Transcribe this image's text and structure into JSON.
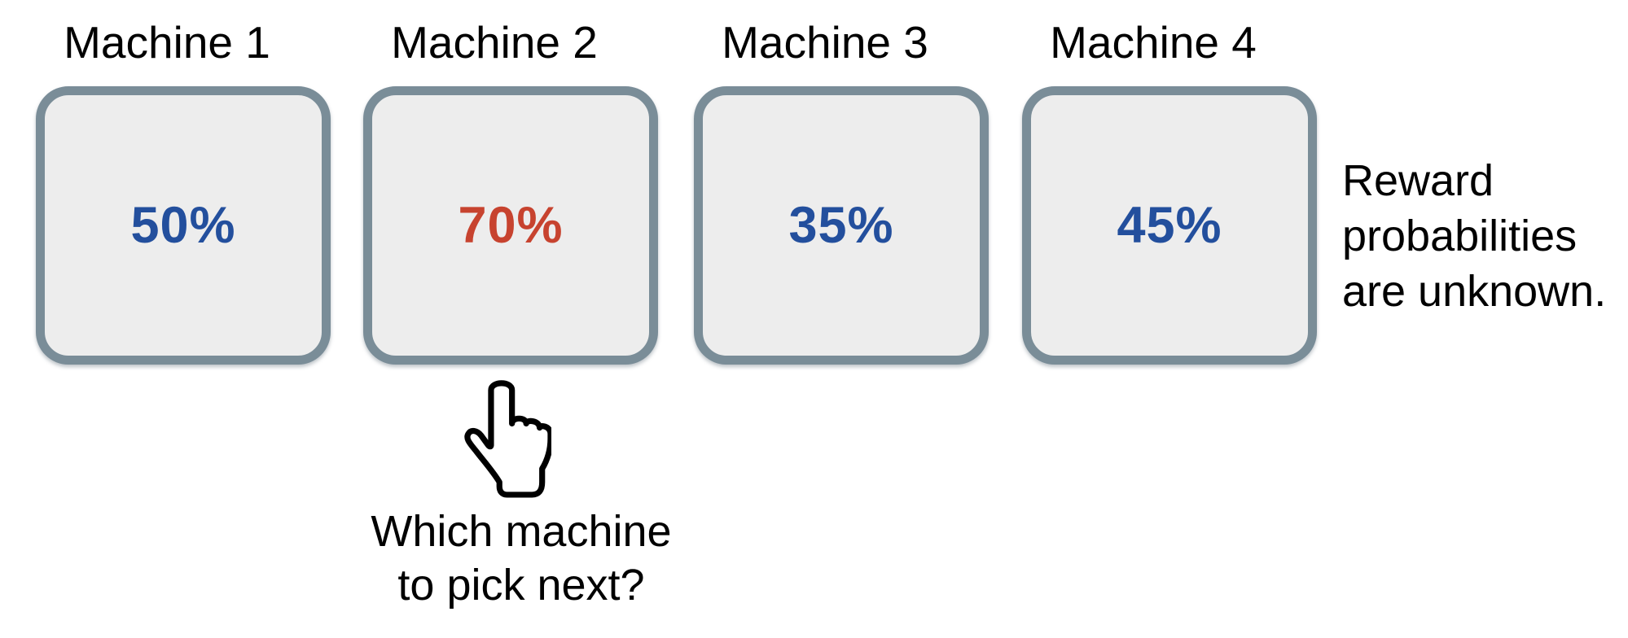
{
  "machines": [
    {
      "name": "Machine 1",
      "reward_probability": "50%",
      "value_color": "blue"
    },
    {
      "name": "Machine 2",
      "reward_probability": "70%",
      "value_color": "red"
    },
    {
      "name": "Machine 3",
      "reward_probability": "35%",
      "value_color": "blue"
    },
    {
      "name": "Machine 4",
      "reward_probability": "45%",
      "value_color": "blue"
    }
  ],
  "cursor": {
    "icon": "hand-pointer-icon",
    "points_at": "Machine 2"
  },
  "question_caption": "Which machine\nto pick next?",
  "side_note": "Reward\nprobabilities\nare unknown.",
  "colors": {
    "background": "#FFFFFF",
    "box_border": "#7A8D98",
    "box_fill": "#EDEDED",
    "value_blue": "#234F9D",
    "value_red": "#C7432F",
    "text": "#000000"
  }
}
